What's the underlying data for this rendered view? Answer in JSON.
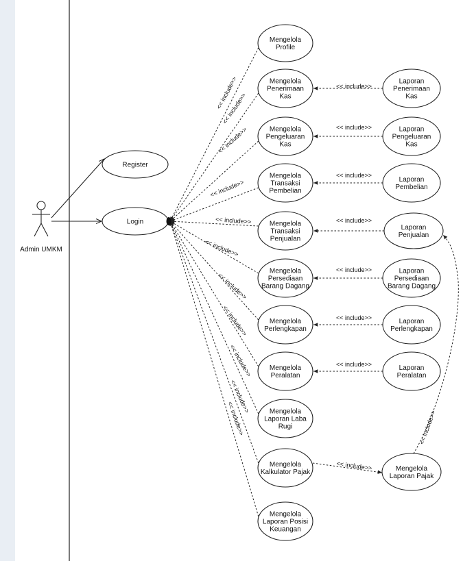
{
  "actor": {
    "name": "Admin UMKM",
    "icon": "stick-figure-actor-icon"
  },
  "include_label": "<< include>>",
  "include_label_alt": "<< include>>",
  "use_cases": {
    "register": [
      "Register"
    ],
    "login": [
      "Login"
    ],
    "profile": [
      "Mengelola",
      "Profile"
    ],
    "penerimaan": [
      "Mengelola",
      "Penerimaan",
      "Kas"
    ],
    "pengeluaran": [
      "Mengelola",
      "Pengeluaran",
      "Kas"
    ],
    "pembelian": [
      "Mengelola",
      "Transaksi",
      "Pembelian"
    ],
    "penjualan": [
      "Mengelola",
      "Transaksi",
      "Penjualan"
    ],
    "persediaan": [
      "Mengelola",
      "Persediaan",
      "Barang Dagang"
    ],
    "perlengkapan": [
      "Mengelola",
      "Perlengkapan"
    ],
    "peralatan": [
      "Mengelola",
      "Peralatan"
    ],
    "labarugi": [
      "Mengelola",
      "Laporan Laba",
      "Rugi"
    ],
    "kalkulator": [
      "Mengelola",
      "Kalkulator Pajak"
    ],
    "posisi": [
      "Mengelola",
      "Laporan Posisi",
      "Keuangan"
    ],
    "lap_penerimaan": [
      "Laporan",
      "Penerimaan",
      "Kas"
    ],
    "lap_pengeluaran": [
      "Laporan",
      "Pengeluaran",
      "Kas"
    ],
    "lap_pembelian": [
      "Laporan",
      "Pembelian"
    ],
    "lap_penjualan": [
      "Laporan",
      "Penjualan"
    ],
    "lap_persediaan": [
      "Laporan",
      "Persediaan",
      "Barang Dagang"
    ],
    "lap_perlengkapan": [
      "Laporan",
      "Perlengkapan"
    ],
    "lap_peralatan": [
      "Laporan",
      "Peralatan"
    ],
    "lap_pajak": [
      "Mengelola",
      "Laporan Pajak"
    ]
  }
}
